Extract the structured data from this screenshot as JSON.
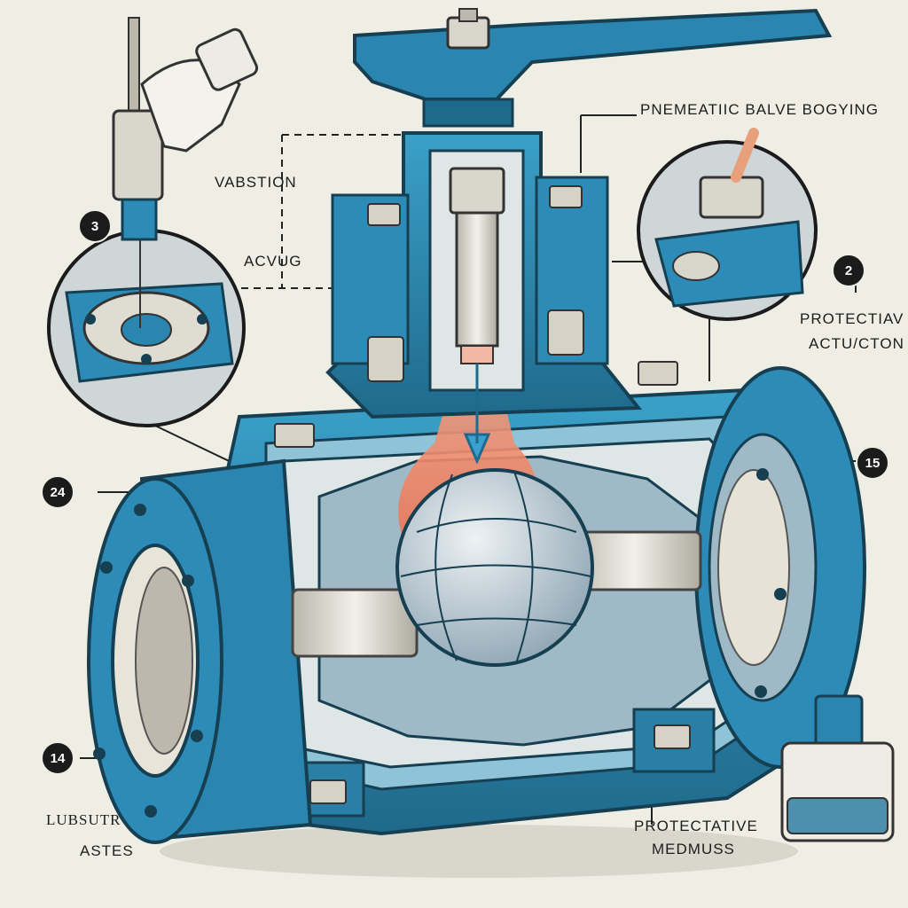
{
  "labels": {
    "top_right": "PNEMEATIIC BALVE BOGYING",
    "left_upper": "VABSTION",
    "left_mid": "ACVUG",
    "right_mid_1": "PROTECTIAV",
    "right_mid_2": "ACTU/CTON",
    "bottom_left_1": "LUBSUTR",
    "bottom_left_2": "ASTES",
    "bottom_right_1": "PROTECTATIVE",
    "bottom_right_2": "MEDMUSS"
  },
  "badges": {
    "b3": "3",
    "b2": "2",
    "b24": "24",
    "b15": "15",
    "b14": "14"
  },
  "colors": {
    "body_blue": "#2f8fb8",
    "dark_blue": "#1f6a8c",
    "flow_orange": "#f08a6a",
    "ball_gray": "#c9d3d9",
    "metal": "#d9d6cc",
    "background": "#efeee4"
  }
}
